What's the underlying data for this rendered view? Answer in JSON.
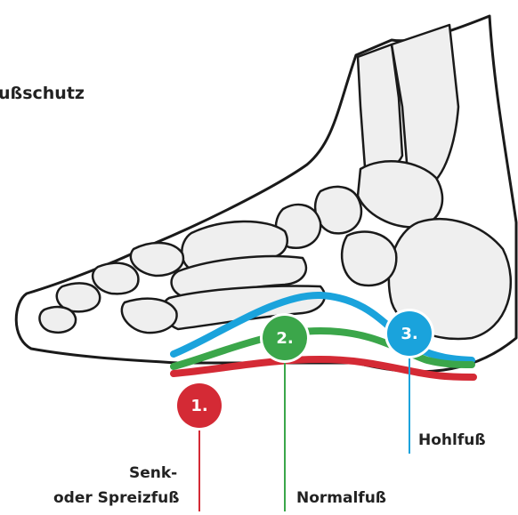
{
  "heading": "ußschutz",
  "markers": [
    {
      "id": "1",
      "label": "1.",
      "name": "Senk- oder Spreizfuß",
      "label_lines": [
        "Senk-",
        "oder Spreizfuß"
      ],
      "color": "#d42a35"
    },
    {
      "id": "2",
      "label": "2.",
      "name": "Normalfuß",
      "label_lines": [
        "Normalfuß"
      ],
      "color": "#3ba64a"
    },
    {
      "id": "3",
      "label": "3.",
      "name": "Hohlfuß",
      "label_lines": [
        "Hohlfuß"
      ],
      "color": "#1aa3dc"
    }
  ],
  "colors": {
    "outline": "#1a1a1a",
    "bone_fill": "#efefef",
    "bone_shadow": "#cfcfcf"
  }
}
